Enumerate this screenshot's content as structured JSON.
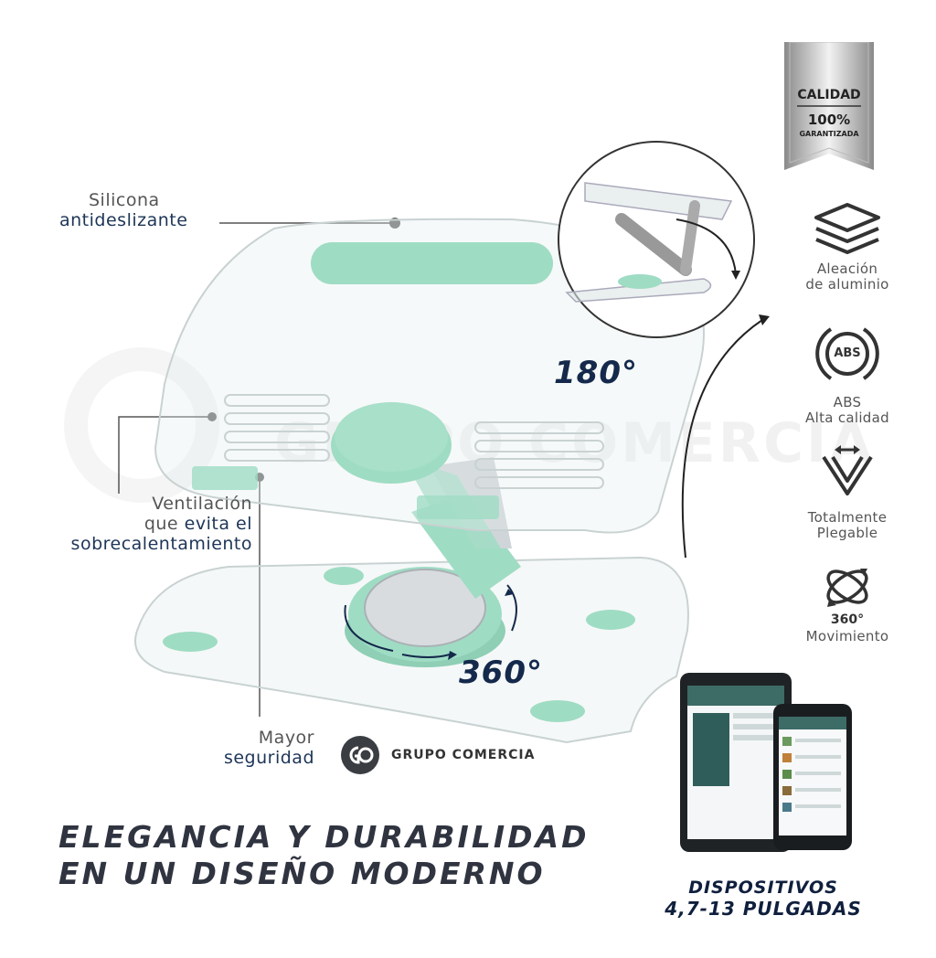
{
  "badge": {
    "line1": "CALIDAD",
    "line2": "100%",
    "line3": "GARANTIZADA"
  },
  "callouts": {
    "silicona": {
      "line1": "Silicona",
      "line2": "antideslizante"
    },
    "ventilacion": {
      "line1": "Ventilación",
      "line2a": "que ",
      "line2b": "evita el",
      "line3": "sobrecalentamiento"
    },
    "seguridad": {
      "line1": "Mayor",
      "line2": "seguridad"
    }
  },
  "angles": {
    "top": "180°",
    "bottom": "360°"
  },
  "brand": {
    "name": "GRUPO COMERCIA",
    "watermark": "GRUPO COMERCIA"
  },
  "features": [
    {
      "icon": "layers-icon",
      "line1": "Aleación",
      "line2": "de aluminio"
    },
    {
      "icon": "abs-icon",
      "badge": "ABS",
      "line1": "ABS",
      "line2": "Alta calidad"
    },
    {
      "icon": "fold-icon",
      "line1": "Totalmente",
      "line2": "Plegable"
    },
    {
      "icon": "rotate-360-icon",
      "badge": "360°",
      "line1": "Movimiento"
    }
  ],
  "headline": {
    "line1": "Elegancia y durabilidad",
    "line2": "en un diseño moderno"
  },
  "devices": {
    "line1": "Dispositivos",
    "line2": "4,7-13 pulgadas"
  },
  "colors": {
    "mint": "#9fdcc4",
    "navy": "#14294b",
    "gray": "#555555"
  }
}
